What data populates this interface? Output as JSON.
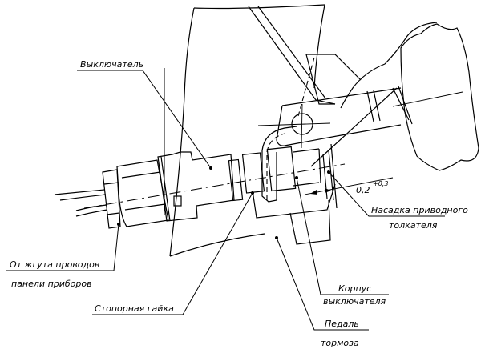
{
  "diagram": {
    "title": "Brake light switch installation",
    "labels": {
      "switch": "Выключатель",
      "harness_line1": "От жгута проводов",
      "harness_line2": "панели приборов",
      "lock_nut": "Стопорная гайка",
      "pusher_tip_line1": "Насадка приводного",
      "pusher_tip_line2": "толкателя",
      "switch_housing_line1": "Корпус",
      "switch_housing_line2": "выключателя",
      "brake_pedal_line1": "Педаль",
      "brake_pedal_line2": "тормоза"
    },
    "dimension": {
      "nominal": "0,2",
      "tolerance": "+0,3"
    },
    "colors": {
      "line": "#000000",
      "background": "#ffffff"
    }
  }
}
